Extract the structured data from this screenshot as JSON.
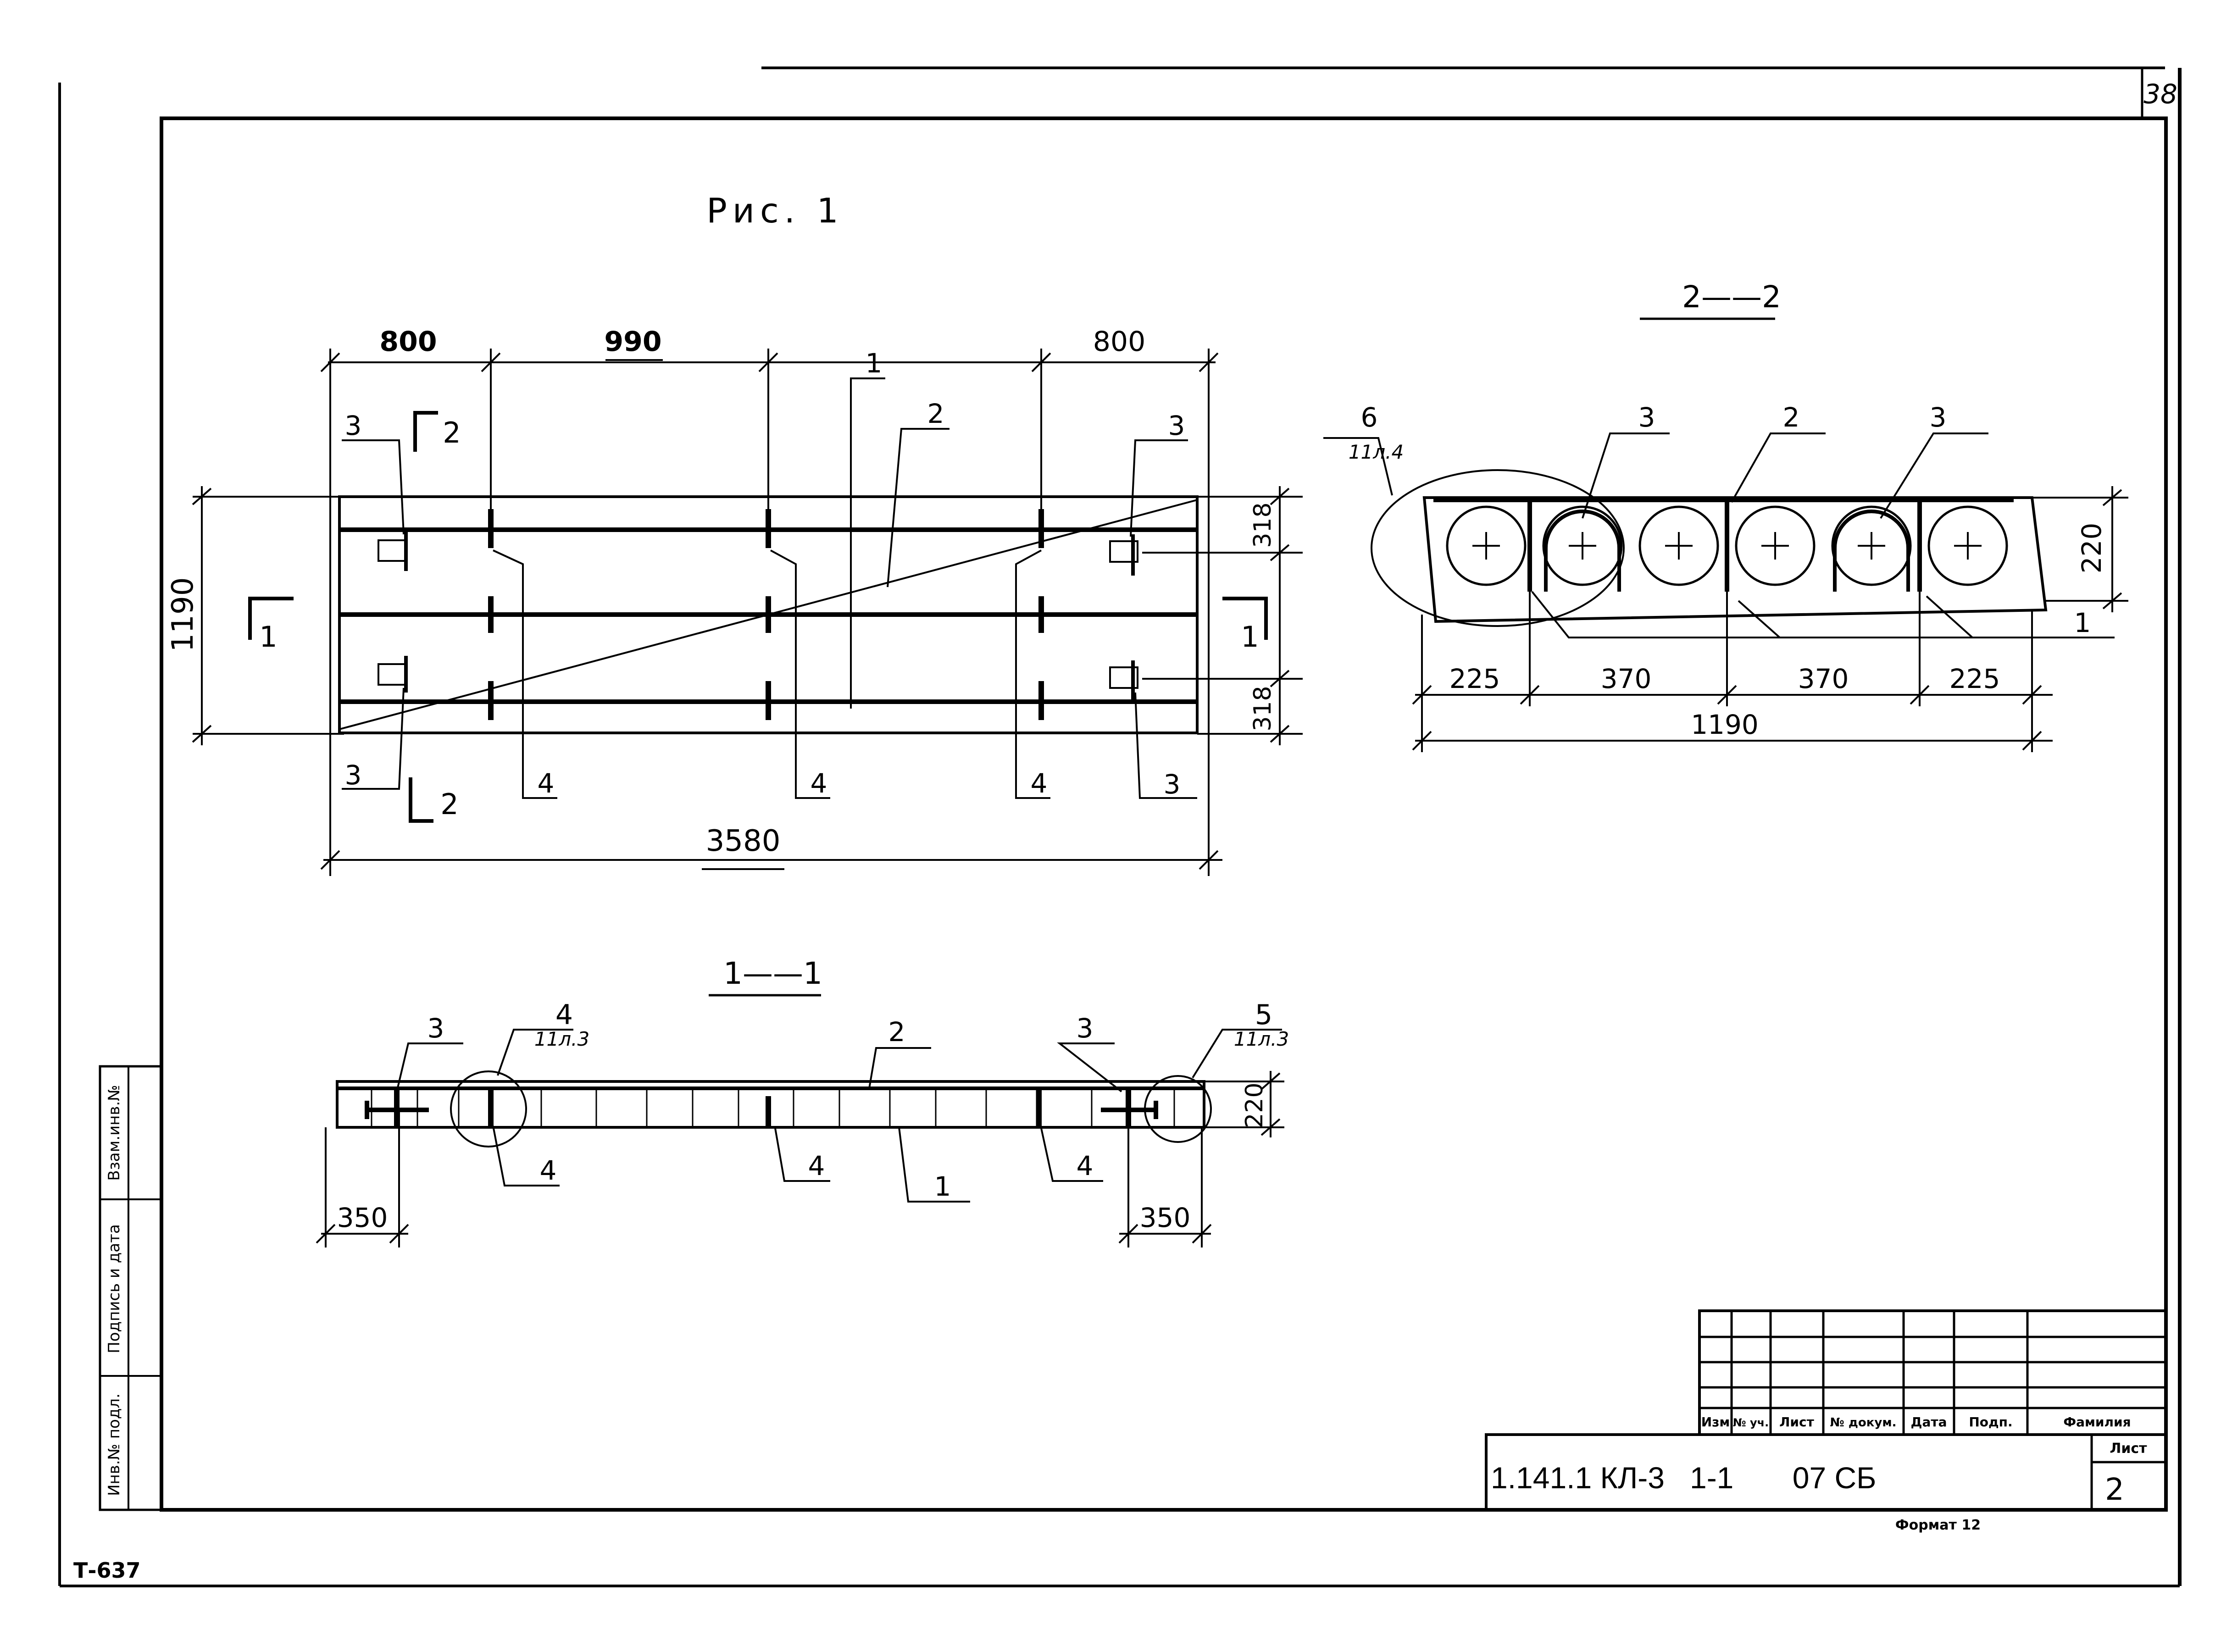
{
  "sheet_corner": "38",
  "figure_title": "Рис. 1",
  "plan": {
    "dims_top": [
      "800",
      "990",
      "800"
    ],
    "dim_width": "1190",
    "dim_edge_top": "318",
    "dim_edge_bottom": "318",
    "dim_total": "3580",
    "section_marks": {
      "s2_top": "2",
      "s2_bottom": "2",
      "s1_left": "1",
      "s1_right": "1"
    },
    "callouts": {
      "c3_tl": "3",
      "c3_tr": "3",
      "c3_bl": "3",
      "c3_br": "3",
      "c1": "1",
      "c2": "2",
      "c4a": "4",
      "c4b": "4",
      "c4c": "4"
    }
  },
  "section_2_2": {
    "title": "2——2",
    "detail_ref": "6",
    "detail_sheet": "11л.4",
    "callouts": {
      "c3a": "3",
      "c2": "2",
      "c3b": "3",
      "c1": "1"
    },
    "height": "220",
    "dims": [
      "225",
      "370",
      "370",
      "225"
    ],
    "total": "1190"
  },
  "section_1_1": {
    "title": "1——1",
    "detail_ref_left": "4",
    "detail_sheet_left": "11л.3",
    "detail_ref_right": "5",
    "detail_sheet_right": "11л.3",
    "callouts": {
      "c3a": "3",
      "c2": "2",
      "c3b": "3",
      "c4a": "4",
      "c4b": "4",
      "c4c": "4",
      "c1": "1"
    },
    "height": "220",
    "dim_left": "350",
    "dim_right": "350"
  },
  "side_stamp": [
    "Инв.№ подл.",
    "Подпись и дата",
    "Взам.инв.№"
  ],
  "title_block": {
    "headers": [
      "Изм",
      "№ уч.",
      "Лист",
      "№ докум.",
      "Дата",
      "Подп.",
      "Фамилия"
    ],
    "code": "1.141.1 КЛ-3   1-1       07 СБ",
    "sheet_label": "Лист",
    "sheet_number": "2"
  },
  "format_label": "Формат 12",
  "archive_mark": "Т-637"
}
